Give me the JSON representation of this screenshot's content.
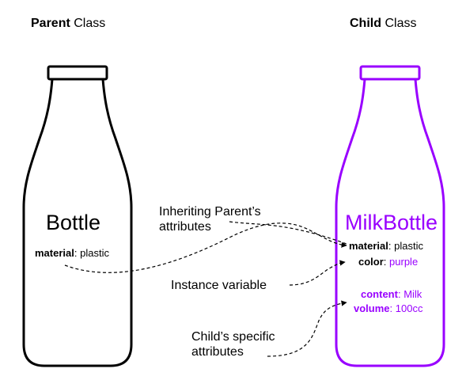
{
  "parent": {
    "heading_bold": "Parent",
    "heading_rest": "Class",
    "name": "Bottle",
    "material_key": "material",
    "material_value": "plastic"
  },
  "child": {
    "heading_bold": "Child",
    "heading_rest": "Class",
    "name": "MilkBottle",
    "material_key": "material",
    "material_value": "plastic",
    "color_key": "color",
    "color_value": "purple",
    "content_key": "content",
    "content_value": "Milk",
    "volume_key": "volume",
    "volume_value": "100cc"
  },
  "annotations": {
    "inherit_line1": "Inheriting Parent’s",
    "inherit_line2": "attributes",
    "instance": "Instance variable",
    "specific_line1": "Child’s specific",
    "specific_line2": "attributes"
  },
  "colors": {
    "parent_stroke": "#000000",
    "child_accent": "#9900ff"
  }
}
